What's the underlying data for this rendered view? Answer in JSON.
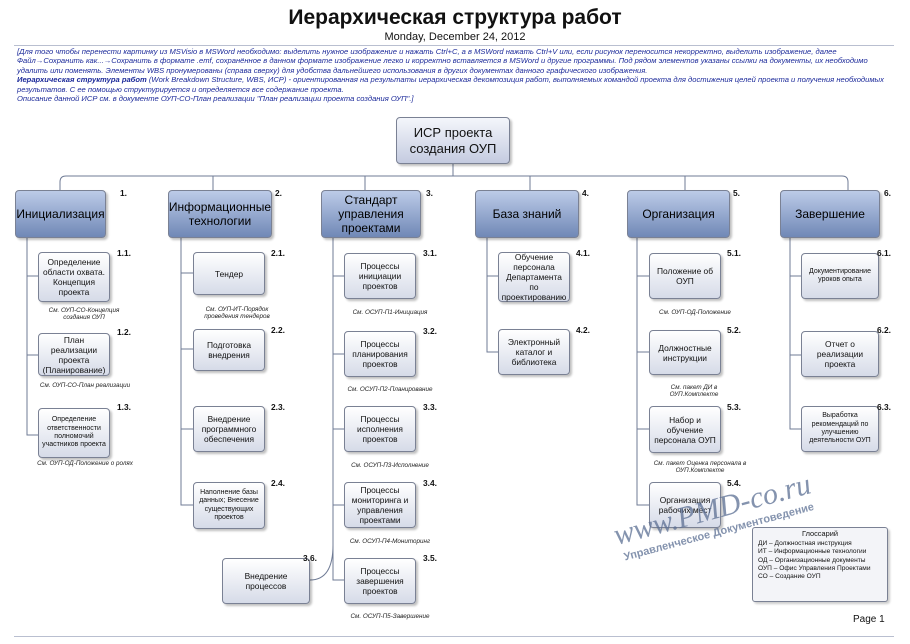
{
  "header": {
    "title": "Иерархическая структура работ",
    "date": "Monday, December 24, 2012"
  },
  "intro": {
    "line1": "[Для того чтобы перенести картинку из MSVisio в MSWord необходимо: выделить нужное изображение и нажать Ctrl+C, а в MSWord нажать Ctrl+V или, если рисунок переносится некорректно, выделить изображение, далее Файл→Сохранить как...→Сохранить в формате .emf, сохранённое в данном формате изображение легко и корректно вставляется в MSWord и другие программы. Под рядом элементов указаны ссылки на документы, их необходимо удалить или поменять. Элементы WBS пронумерованы (справа сверху) для удобства дальнейшего использования в других документах данного графического изображения.",
    "term": "Иерархическая структура работ",
    "line2": " (Work Breakdown Structure, WBS, ИСР) - ориентированная на результаты иерархическая декомпозиция работ, выполняемых командой проекта для достижения целей проекта и получения необходимых результатов. С ее помощью структурируется и определяется все содержание проекта.",
    "line3": "Описание данной ИСР см. в документе ОУП-СО-План реализации \"План реализации проекта создания ОУП\".]"
  },
  "root": {
    "label": "ИСР проекта создания ОУП"
  },
  "branches": [
    {
      "num": "1.",
      "label": "Инициализация",
      "items": [
        {
          "num": "1.1.",
          "label": "Определение области охвата. Концепция проекта",
          "ref": "См. ОУП-СО-Концепция создания ОУП"
        },
        {
          "num": "1.2.",
          "label": "План реализации проекта (Планирование)",
          "ref": "См. ОУП-СО-План реализации"
        },
        {
          "num": "1.3.",
          "label": "Определение ответственности полномочий участников проекта",
          "ref": "См. ОУП-ОД-Положение о ролях"
        }
      ]
    },
    {
      "num": "2.",
      "label": "Информационные технологии",
      "items": [
        {
          "num": "2.1.",
          "label": "Тендер",
          "ref": "См. ОУП-ИТ-Порядок проведения тендеров"
        },
        {
          "num": "2.2.",
          "label": "Подготовка внедрения",
          "ref": ""
        },
        {
          "num": "2.3.",
          "label": "Внедрение программного обеспечения",
          "ref": ""
        },
        {
          "num": "2.4.",
          "label": "Наполнение базы данных; Внесение существующих проектов",
          "ref": ""
        }
      ]
    },
    {
      "num": "3.",
      "label": "Стандарт управления проектами",
      "items": [
        {
          "num": "3.1.",
          "label": "Процессы инициации проектов",
          "ref": "См. ОСУП-П1-Инициация"
        },
        {
          "num": "3.2.",
          "label": "Процессы планирования проектов",
          "ref": "См. ОСУП-П2-Планирование"
        },
        {
          "num": "3.3.",
          "label": "Процессы исполнения проектов",
          "ref": "См. ОСУП-П3-Исполнение"
        },
        {
          "num": "3.4.",
          "label": "Процессы мониторинга и управления проектами",
          "ref": "См. ОСУП-П4-Мониторинг"
        },
        {
          "num": "3.5.",
          "label": "Процессы завершения проектов",
          "ref": "См. ОСУП-П5-Завершение"
        },
        {
          "num": "3.6.",
          "label": "Внедрение процессов",
          "ref": ""
        }
      ]
    },
    {
      "num": "4.",
      "label": "База знаний",
      "items": [
        {
          "num": "4.1.",
          "label": "Обучение персонала Департамента по проектированию",
          "ref": ""
        },
        {
          "num": "4.2.",
          "label": "Электронный каталог и библиотека",
          "ref": ""
        }
      ]
    },
    {
      "num": "5.",
      "label": "Организация",
      "items": [
        {
          "num": "5.1.",
          "label": "Положение об ОУП",
          "ref": "См. ОУП-ОД-Положение"
        },
        {
          "num": "5.2.",
          "label": "Должностные инструкции",
          "ref": "См. пакет ДИ в ОУП.Комплекте"
        },
        {
          "num": "5.3.",
          "label": "Набор и обучение персонала ОУП",
          "ref": "См. пакет Оценка персонала в ОУП.Комплекте"
        },
        {
          "num": "5.4.",
          "label": "Организация рабочих мест",
          "ref": ""
        }
      ]
    },
    {
      "num": "6.",
      "label": "Завершение",
      "items": [
        {
          "num": "6.1.",
          "label": "Документирование уроков опыта",
          "ref": ""
        },
        {
          "num": "6.2.",
          "label": "Отчет о реализации проекта",
          "ref": ""
        },
        {
          "num": "6.3.",
          "label": "Выработка рекомендаций по улучшению деятельности ОУП",
          "ref": ""
        }
      ]
    }
  ],
  "glossary": {
    "title": "Глоссарий",
    "lines": [
      "ДИ – Должностная инструкция",
      "ИТ – Информационные технологии",
      "ОД – Организационные документы",
      "ОУП – Офис Управления Проектами",
      "СО – Создание ОУП"
    ]
  },
  "watermark": {
    "url": "www.PMD-co.ru",
    "caption": "Управленческое Документоведение"
  },
  "footer": {
    "page": "Page 1"
  },
  "colors": {
    "header_box": "#7c93c0",
    "connector": "#6f7b95",
    "intro_text": "#1c2a9a"
  }
}
